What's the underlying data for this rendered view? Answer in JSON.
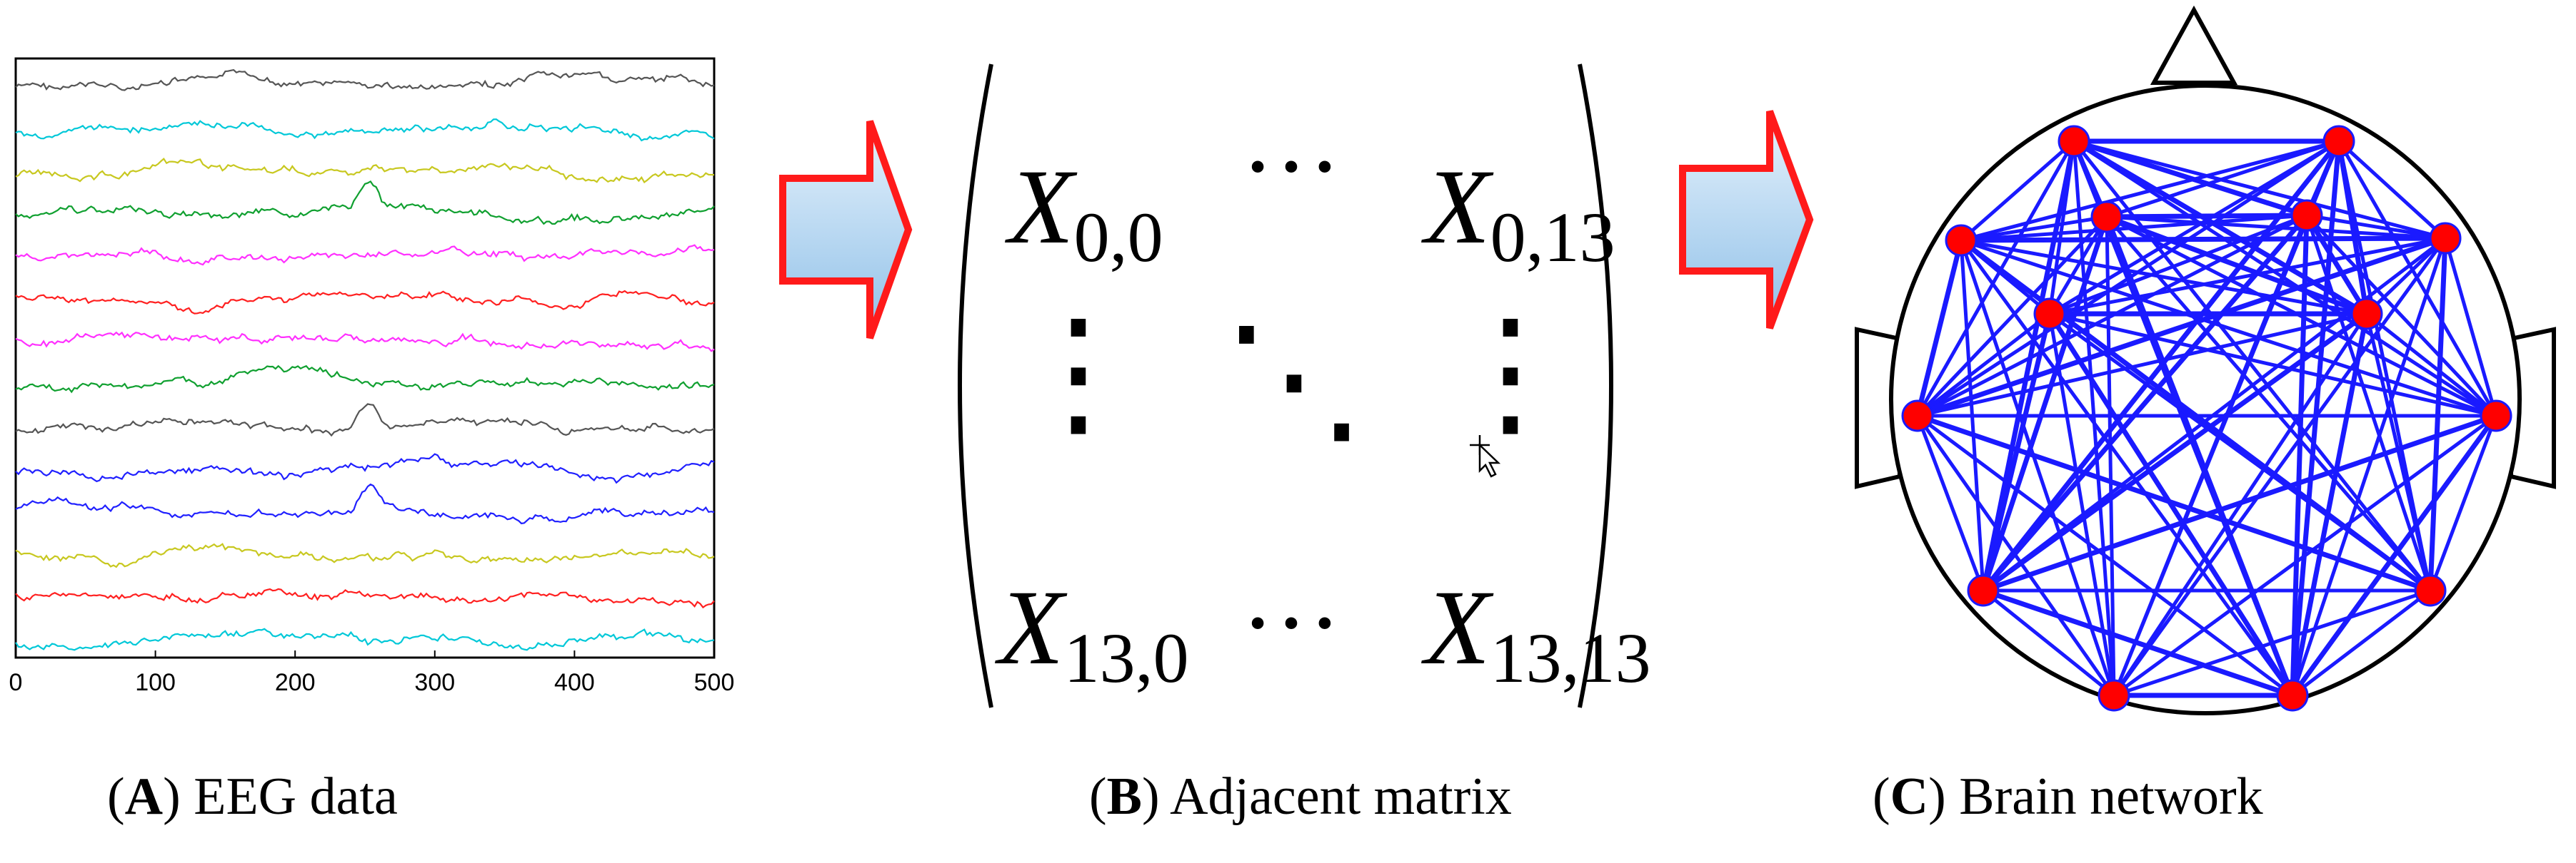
{
  "eeg_panel": {
    "x_ticks": [
      "0",
      "100",
      "200",
      "300",
      "400",
      "500"
    ],
    "x_range": [
      0,
      500
    ],
    "channel_colors": [
      "#555555",
      "#00c8d8",
      "#c8c820",
      "#10a030",
      "#ff30ff",
      "#ff2020",
      "#ff30ff",
      "#10a030",
      "#555555",
      "#2020ff",
      "#2020ff",
      "#c8c820",
      "#ff2020",
      "#00c8d8"
    ]
  },
  "matrix": {
    "top_left": {
      "base": "X",
      "sub": "0,0"
    },
    "top_right": {
      "base": "X",
      "sub": "0,13"
    },
    "bottom_left": {
      "base": "X",
      "sub": "13,0"
    },
    "bottom_right": {
      "base": "X",
      "sub": "13,13"
    },
    "h_dots": "…",
    "v_dots": "⋮",
    "d_dots": "⋱"
  },
  "network": {
    "node_count": 14,
    "edge_color": "#1a1aff",
    "node_color": "#ff0000"
  },
  "arrows": {
    "fill": "#bcdcf4",
    "stroke": "#ff1a1a"
  },
  "captions": [
    {
      "letter": "A",
      "text": "EEG data"
    },
    {
      "letter": "B",
      "text": "Adjacent matrix"
    },
    {
      "letter": "C",
      "text": "Brain network"
    }
  ]
}
